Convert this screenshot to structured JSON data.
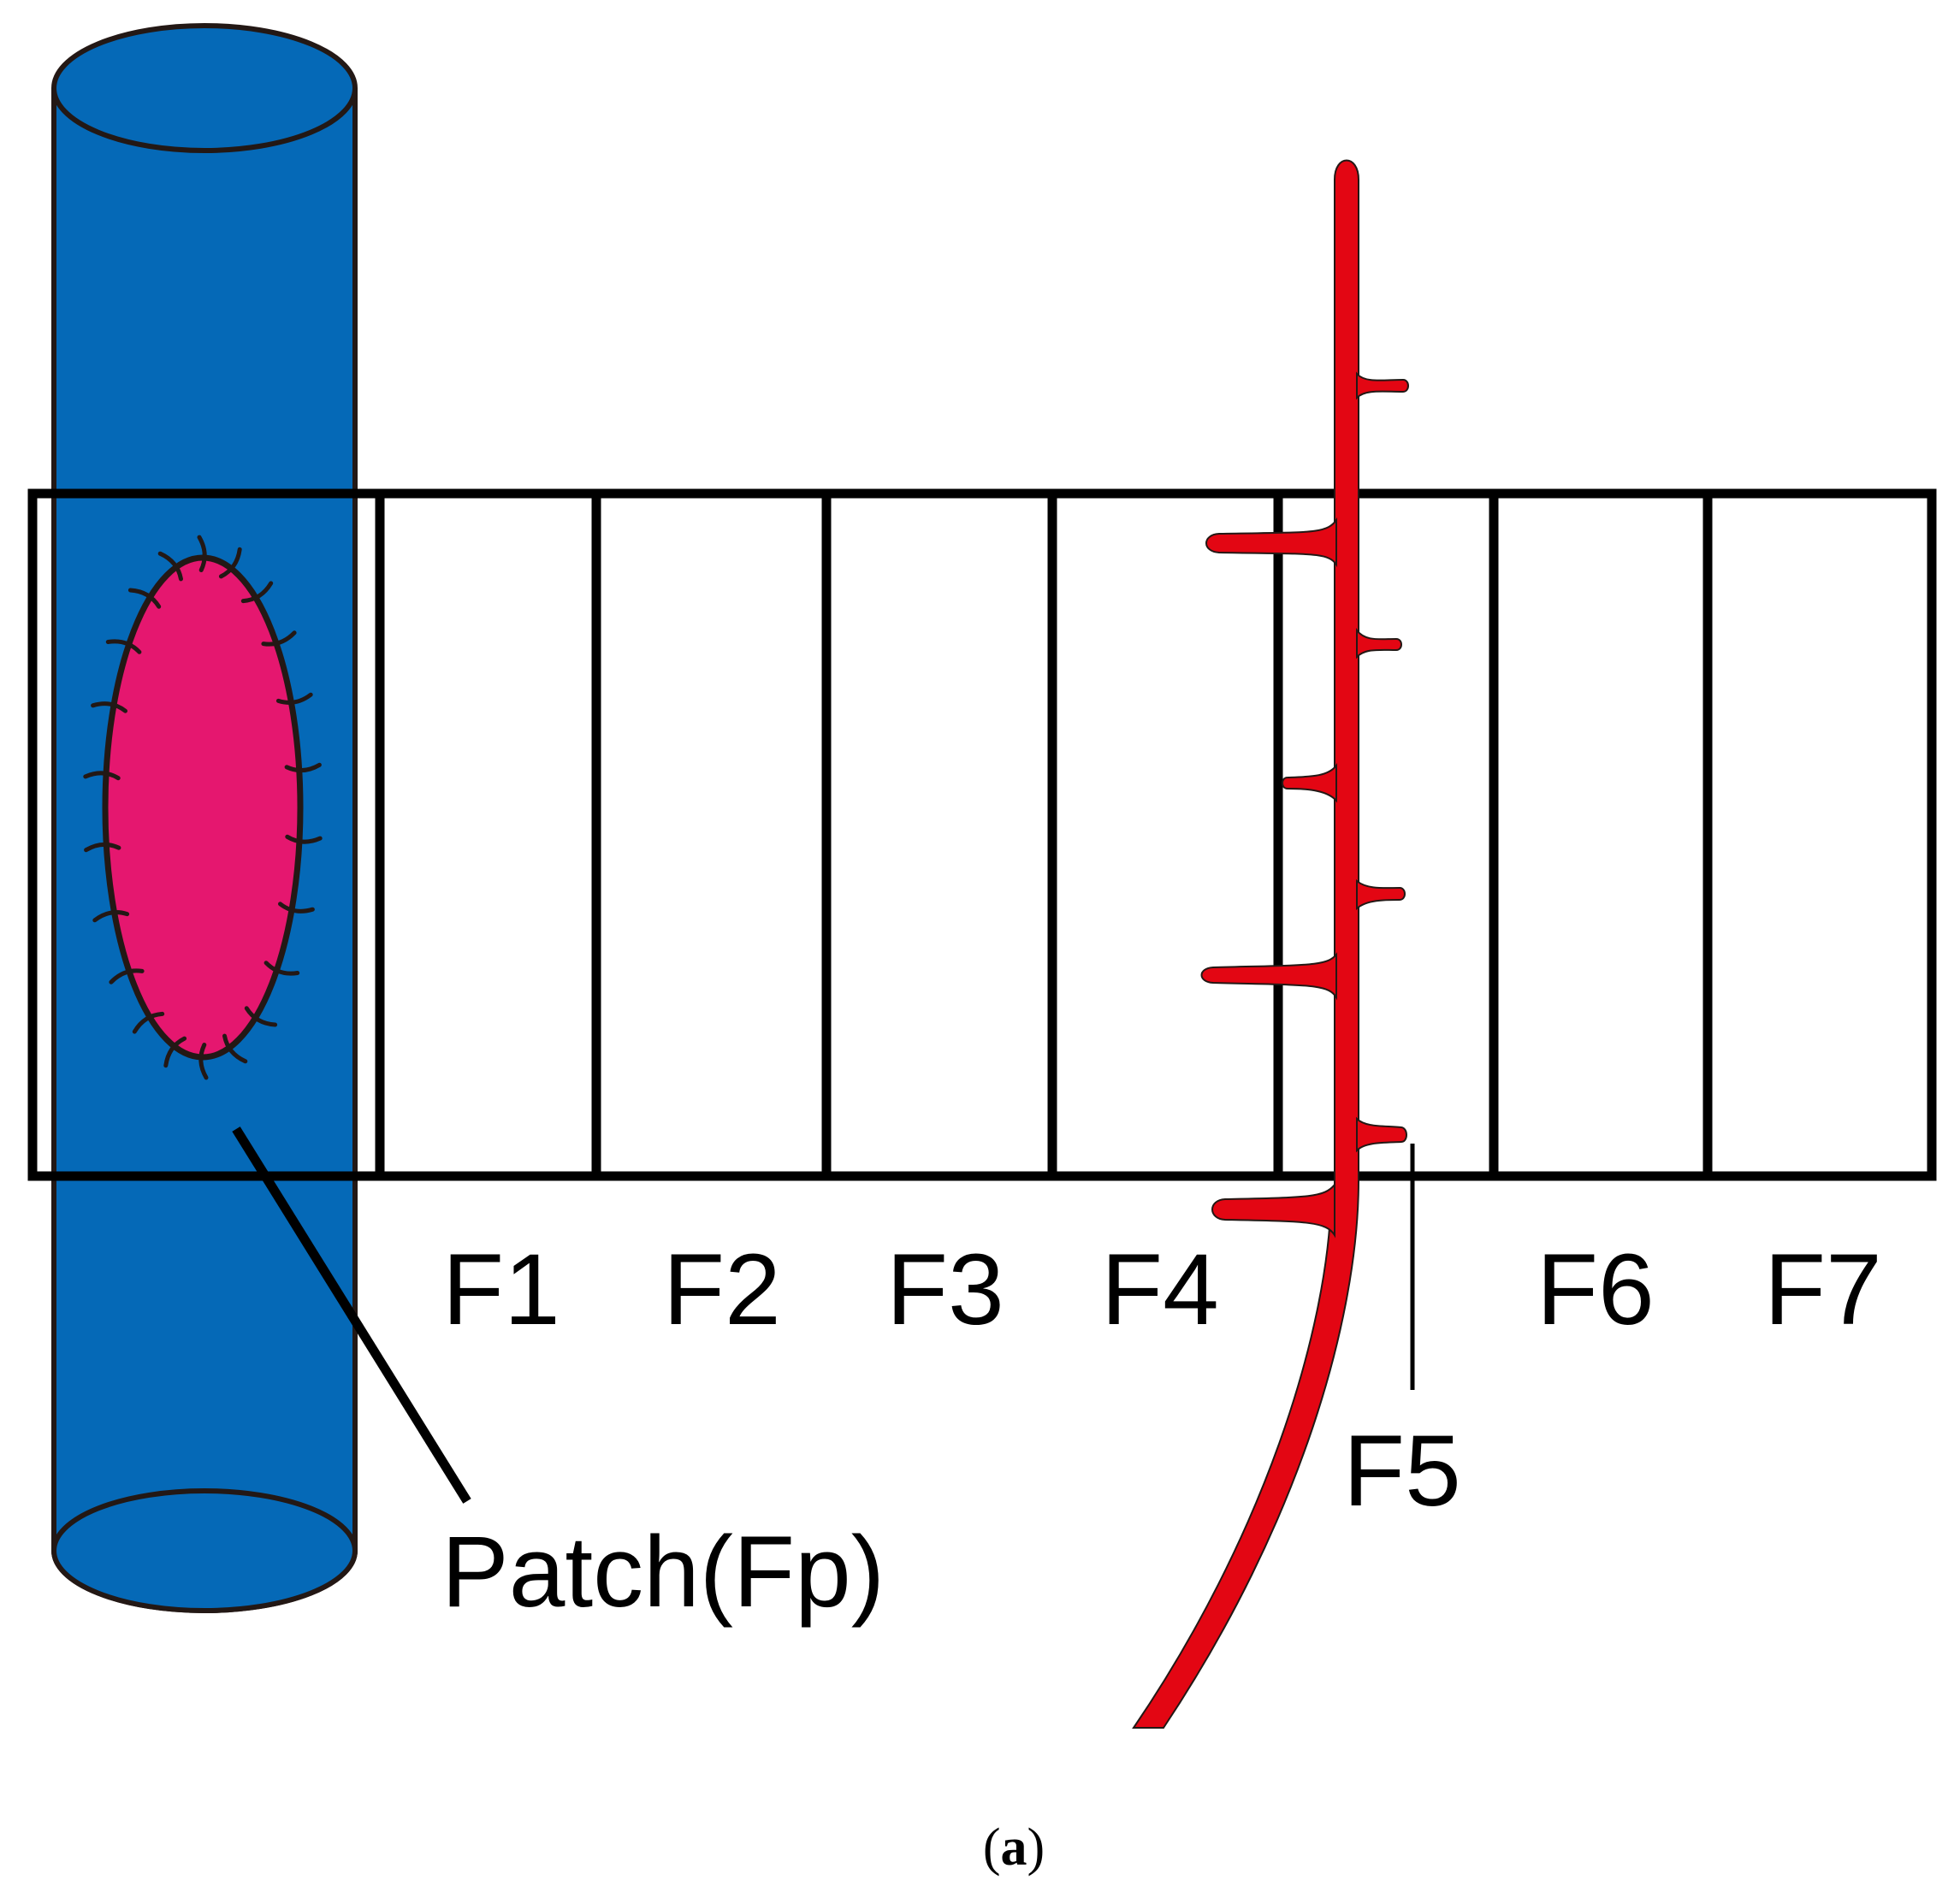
{
  "labels": {
    "segments": [
      "F1",
      "F2",
      "F3",
      "F4",
      "F5",
      "F6",
      "F7"
    ],
    "patch": "Patch(Fp)"
  },
  "caption": {
    "open": "(",
    "letter": "a",
    "close": ")"
  },
  "colors": {
    "vessel": "#0569b7",
    "patch": "#e5176f",
    "artery": "#e30613",
    "outline": "#231815",
    "grid": "#000000",
    "background": "#ffffff"
  }
}
